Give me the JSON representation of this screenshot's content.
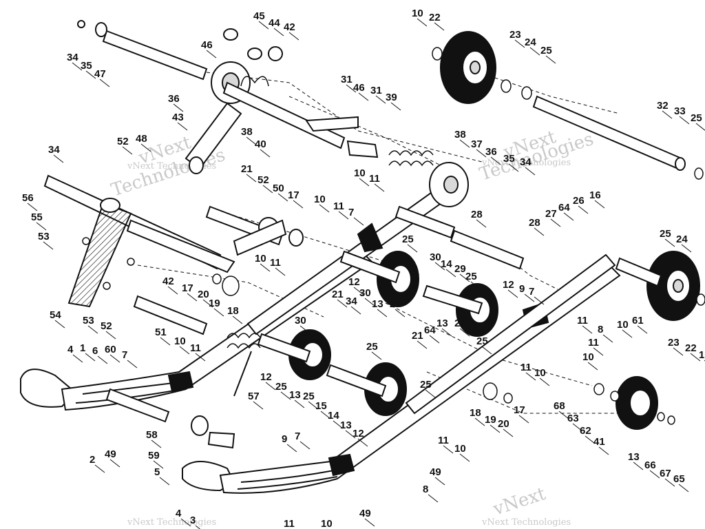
{
  "watermark": {
    "big": "vNext",
    "big2": "Technologies",
    "small": "vNext Technologies",
    "color": "#c9c9c9"
  },
  "colors": {
    "ink": "#111111",
    "fill": "#ffffff",
    "shade": "#d9d9d9",
    "dark": "#111111"
  },
  "labels": [
    "1",
    "2",
    "3",
    "4",
    "5",
    "6",
    "7",
    "8",
    "9",
    "10",
    "11",
    "12",
    "13",
    "14",
    "15",
    "16",
    "17",
    "18",
    "19",
    "20",
    "21",
    "22",
    "23",
    "24",
    "25",
    "26",
    "27",
    "28",
    "29",
    "30",
    "31",
    "32",
    "33",
    "34",
    "35",
    "36",
    "37",
    "38",
    "39",
    "40",
    "41",
    "42",
    "43",
    "44",
    "45",
    "46",
    "47",
    "48",
    "49",
    "50",
    "51",
    "52",
    "53",
    "54",
    "55",
    "56",
    "57",
    "58",
    "59",
    "60",
    "61",
    "62",
    "63",
    "64",
    "65",
    "66",
    "67",
    "68"
  ]
}
